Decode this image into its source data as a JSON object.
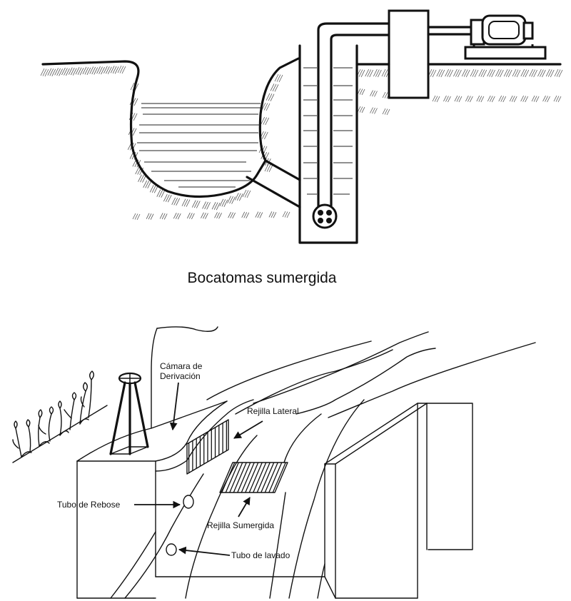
{
  "top_figure": {
    "caption": "Bocatomas sumergida"
  },
  "bottom_figure": {
    "labels": {
      "camara": [
        "Cámara de",
        "Derivación"
      ],
      "rejilla_lateral": "Rejilla Lateral",
      "tubo_rebose": "Tubo de Rebose",
      "rejilla_sumergida": "Rejilla Sumergida",
      "tubo_lavado": "Tubo de lavado"
    }
  }
}
